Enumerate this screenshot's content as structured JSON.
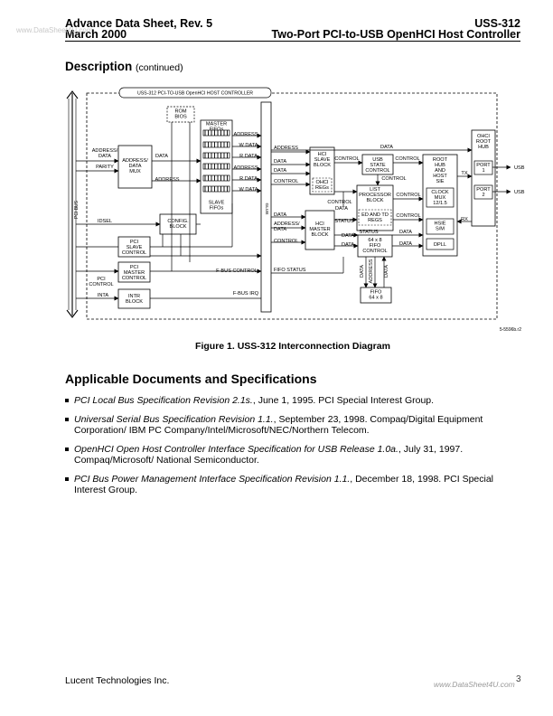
{
  "header": {
    "left_line1": "Advance Data Sheet, Rev. 5",
    "left_line2": "March 2000",
    "right_line1": "USS-312",
    "right_line2": "Two-Port PCI-to-USB OpenHCI Host Controller",
    "watermark": "www.DataSheet4U.com"
  },
  "section": {
    "title": "Description",
    "suffix": "(continued)"
  },
  "figure": {
    "caption": "Figure 1. USS-312 Interconnection Diagram",
    "code": "5-5596b.r2",
    "labels": {
      "container": "USS-312 PCI-TO-USB OpenHCI HOST CONTROLLER",
      "pci_bus": "PCI BUS",
      "glue": "GLUE",
      "rom_bios": [
        "ROM",
        "BIOS"
      ],
      "master_fifos": [
        "MASTER",
        "FIFOs"
      ],
      "slave_fifos": [
        "SLAVE",
        "FIFOs"
      ],
      "addr_mux": [
        "ADDRESS/",
        "DATA",
        "MUX"
      ],
      "config_block": [
        "CONFIG.",
        "BLOCK"
      ],
      "pci_slave": [
        "PCI",
        "SLAVE",
        "CONTROL"
      ],
      "pci_master": [
        "PCI",
        "MASTER",
        "CONTROL"
      ],
      "intr_block": [
        "INTR",
        "BLOCK"
      ],
      "hci_slave": [
        "HCI",
        "SLAVE",
        "BLOCK"
      ],
      "ohci_regs": [
        "OHCI",
        "REGs"
      ],
      "usb_state": [
        "USB",
        "STATE",
        "CONTROL"
      ],
      "list_processor": [
        "LIST",
        "PROCESSOR",
        "BLOCK"
      ],
      "ed_td": [
        "ED AND TD",
        "REGS"
      ],
      "hci_master": [
        "HCI",
        "MASTER",
        "BLOCK"
      ],
      "fifo_control": [
        "64 x 8",
        "FIFO",
        "CONTROL"
      ],
      "fifo": [
        "FIFO",
        "64 x 8"
      ],
      "root_hub_sie": [
        "ROOT",
        "HUB",
        "AND",
        "HOST",
        "SIE"
      ],
      "clock_mux": [
        "CLOCK",
        "MUX",
        "12/1.5"
      ],
      "hsie": [
        "HSIE",
        "S/M"
      ],
      "dpll": "DPLL",
      "ohci_root_hub": [
        "OHCI",
        "ROOT",
        "HUB"
      ],
      "port1": [
        "PORT",
        "1"
      ],
      "port2": [
        "PORT",
        "2"
      ],
      "address_data": [
        "ADDRESS/",
        "DATA"
      ],
      "parity": "PARITY",
      "idsel": "IDSEL",
      "pci_control": [
        "PCI",
        "CONTROL"
      ],
      "inta": "INTA",
      "address": "ADDRESS",
      "data": "DATA",
      "w_data": "W DATA",
      "r_data": "R DATA",
      "control": "CONTROL",
      "status": "STATUS",
      "fbus_control": "F-BUS CONTROL",
      "fbus_irq": "F-BUS IRQ",
      "fifo_status": "FIFO STATUS",
      "address_data_inline": "ADDRESS/\nDATA",
      "tx": "TX",
      "rx": "RX",
      "usb": "USB"
    }
  },
  "applicable": {
    "title": "Applicable Documents and Specifications",
    "items": [
      {
        "title": "PCI Local Bus Specification Revision 2.1s.",
        "rest": ", June 1, 1995. PCI Special Interest Group."
      },
      {
        "title": "Universal Serial Bus Specification Revision 1.1.",
        "rest": ", September 23, 1998. Compaq/Digital Equipment Corporation/ IBM PC Company/Intel/Microsoft/NEC/Northern Telecom."
      },
      {
        "title": "OpenHCI Open Host Controller Interface Specification for USB Release 1.0a.",
        "rest": ", July 31, 1997. Compaq/Microsoft/ National Semiconductor."
      },
      {
        "title": "PCI Bus Power Management Interface Specification Revision 1.1.",
        "rest": ", December 18, 1998. PCI Special Interest Group."
      }
    ]
  },
  "footer": {
    "company": "Lucent Technologies Inc.",
    "watermark": "www.DataSheet4U.com",
    "page": "3"
  }
}
